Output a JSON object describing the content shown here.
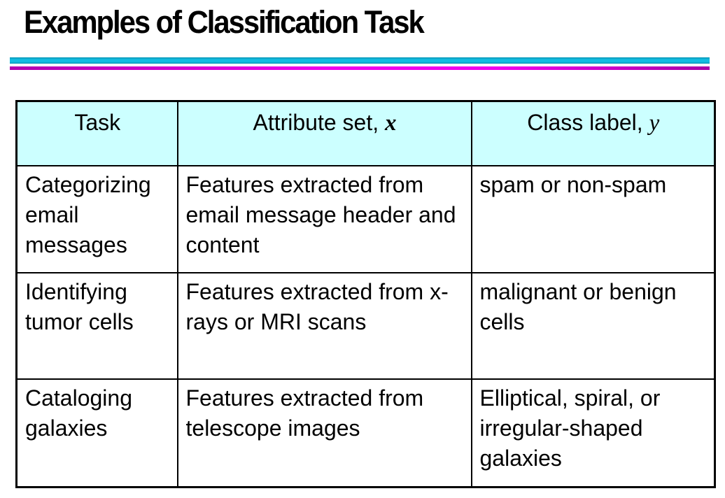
{
  "title": "Examples of Classification Task",
  "decor": {
    "rule_top_color": "#12bde2",
    "rule_bottom_color": "#ee00ee",
    "header_bg": "#ccffff"
  },
  "table": {
    "headers": [
      {
        "label": "Task",
        "var": ""
      },
      {
        "label": "Attribute set, ",
        "var": "x"
      },
      {
        "label": "Class label, ",
        "var": "y"
      }
    ],
    "rows": [
      {
        "task": "Categorizing email messages",
        "attributes": "Features extracted from email message header and content",
        "class_label": "spam or non-spam"
      },
      {
        "task": "Identifying tumor cells",
        "attributes": "Features extracted from x-rays or MRI scans",
        "class_label": "malignant or benign cells"
      },
      {
        "task": "Cataloging galaxies",
        "attributes": "Features extracted from telescope images",
        "class_label": "Elliptical, spiral, or irregular-shaped galaxies"
      }
    ]
  }
}
